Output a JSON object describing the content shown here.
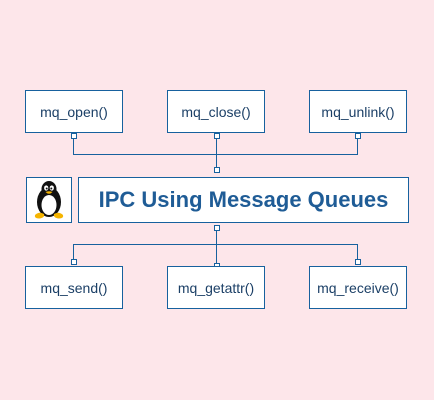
{
  "diagram": {
    "title": "IPC Using Message Queues",
    "logo_icon": "linux-tux-penguin-icon",
    "top_functions": [
      "mq_open()",
      "mq_close()",
      "mq_unlink()"
    ],
    "bottom_functions": [
      "mq_send()",
      "mq_getattr()",
      "mq_receive()"
    ]
  },
  "colors": {
    "background": "#fde6ea",
    "border": "#17619e",
    "title_text": "#1f5c96",
    "box_text": "#1b3f66"
  }
}
